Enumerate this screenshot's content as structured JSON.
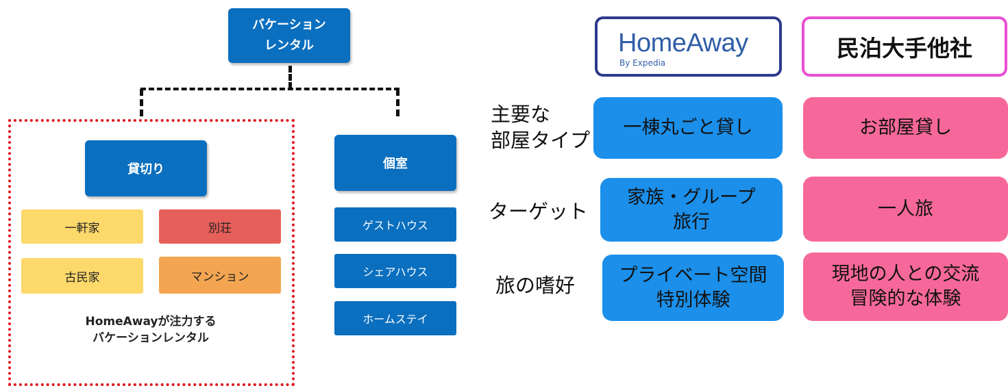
{
  "tree": {
    "root_label": "バケーション\nレンタル",
    "left_branch": {
      "label": "貸切り",
      "types": [
        {
          "label": "一軒家",
          "color": "#fdd86b"
        },
        {
          "label": "別荘",
          "color": "#e75f5a"
        },
        {
          "label": "古民家",
          "color": "#fdd86b"
        },
        {
          "label": "マンション",
          "color": "#f3a552"
        }
      ],
      "caption": "HomeAwayが注力する\nバケーションレンタル"
    },
    "right_branch": {
      "label": "個室",
      "children": [
        "ゲストハウス",
        "シェアハウス",
        "ホームステイ"
      ]
    }
  },
  "comparison": {
    "homeaway_logo": {
      "name": "HomeAway",
      "tagline": "By Expedia"
    },
    "competitor_header": "民泊大手他社",
    "rows": [
      {
        "label": "主要な\n部屋タイプ",
        "homeaway": "一棟丸ごと貸し",
        "competitor": "お部屋貸し"
      },
      {
        "label": "ターゲット",
        "homeaway": "家族・グループ\n旅行",
        "competitor": "一人旅"
      },
      {
        "label": "旅の嗜好",
        "homeaway": "プライベート空間\n特別体験",
        "competitor": "現地の人との交流\n冒険的な体験"
      }
    ]
  },
  "colors": {
    "tree_blue": "#0b6fbf",
    "homeaway_blue": "#1b8fea",
    "competitor_pink": "#f7689a",
    "homeaway_border": "#2e3a8c",
    "competitor_border": "#e94fd0",
    "highlight_dotted": "#e0121b"
  }
}
